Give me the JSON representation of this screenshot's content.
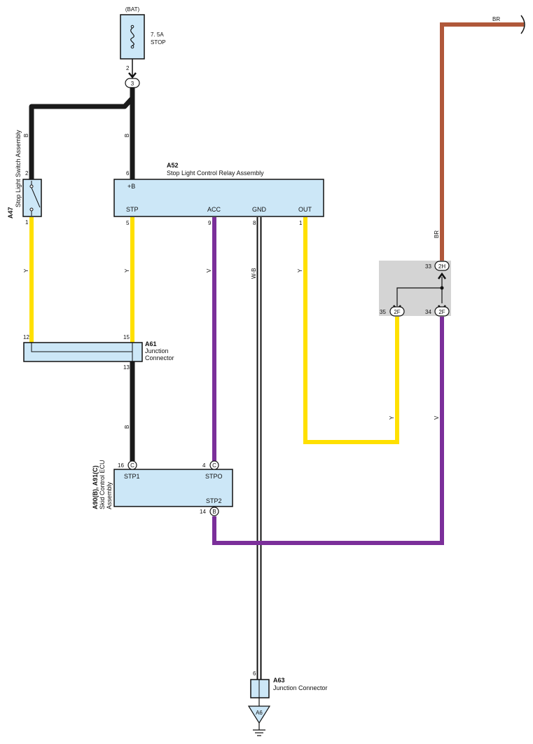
{
  "colors": {
    "wire_black": "#1a1a1a",
    "wire_yellow": "#ffe000",
    "wire_purple": "#7b2f9a",
    "wire_brown": "#b0583a",
    "box_fill": "#cce7f7",
    "jc_fill": "#d4d4d4"
  },
  "fuse": {
    "source": "(BAT)",
    "rating": "7. 5A",
    "name": "STOP",
    "pin": "2",
    "connector": "3"
  },
  "brake_switch": {
    "code": "A47",
    "name": "Stop Light Switch Assembly",
    "pin_top": "2",
    "pin_bottom": "1"
  },
  "relay": {
    "code": "A52",
    "name": "Stop Light Control Relay Assembly",
    "plus_b_label": "+B",
    "plus_b_pin": "6",
    "terminals": [
      {
        "label": "STP",
        "pin": "5"
      },
      {
        "label": "ACC",
        "pin": "9"
      },
      {
        "label": "GND",
        "pin": "8"
      },
      {
        "label": "OUT",
        "pin": "1"
      }
    ]
  },
  "jc_a61": {
    "code": "A61",
    "name_line1": "Junction",
    "name_line2": "Connector",
    "pin_left": "12",
    "pin_right": "15",
    "pin_bottom": "13"
  },
  "ecu": {
    "code": "A90(B), A91(C)",
    "name_line1": "Skid Control ECU",
    "name_line2": "Assembly",
    "stp1_label": "STP1",
    "stp1_pin": "16",
    "stp1_conn": "C",
    "stpo_label": "STPO",
    "stpo_pin": "4",
    "stpo_conn": "C",
    "stp2_label": "STP2",
    "stp2_pin": "14",
    "stp2_conn": "B"
  },
  "junction_block": {
    "pin_top": "33",
    "conn_top": "2H",
    "pin_left": "35",
    "conn_left": "2F",
    "pin_right": "34",
    "conn_right": "2F"
  },
  "jc_a63": {
    "code": "A63",
    "name": "Junction Connector",
    "pin": "6"
  },
  "ground": {
    "code": "A6"
  },
  "wire_labels": {
    "b_left": "B",
    "b_center": "B",
    "y_left": "Y",
    "y_center": "Y",
    "v_acc": "V",
    "wb_gnd": "W-B",
    "y_out": "Y",
    "br_vertical": "BR",
    "br_top": "BR",
    "b_lower": "B",
    "y_right": "Y",
    "v_right": "V"
  }
}
